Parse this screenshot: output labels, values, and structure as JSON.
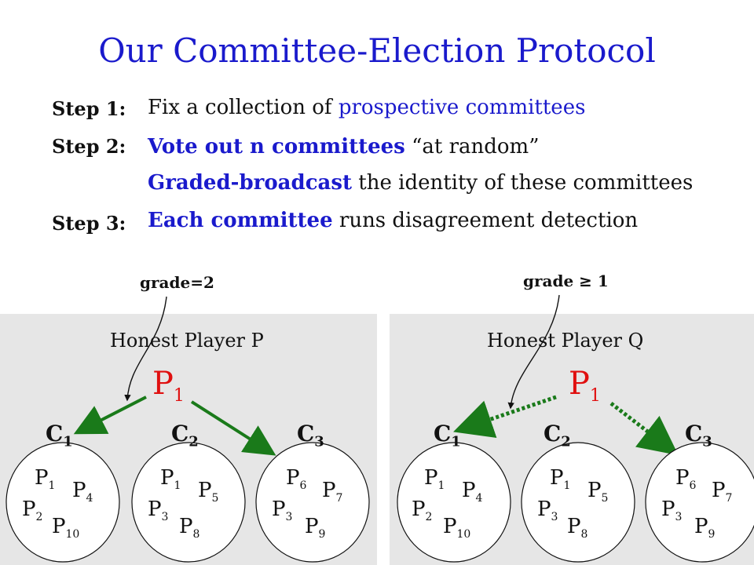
{
  "title": "Our Committee-Election Protocol",
  "steps": {
    "s1": {
      "label": "Step 1:",
      "text_a": "Fix a collection of ",
      "text_b": "prospective committees"
    },
    "s2": {
      "label": "Step 2:",
      "line1_bold": "Vote out n committees",
      "line1_rest": " “at random”",
      "line2_bold": "Graded-broadcast",
      "line2_rest": " the identity of these committees"
    },
    "s3": {
      "label": "Step 3:",
      "bold": "Each committee",
      "rest": " runs disagreement detection"
    }
  },
  "left": {
    "grade": "grade=2",
    "player": "Honest Player P",
    "center": {
      "base": "P",
      "sub": "1"
    },
    "committees": [
      {
        "label": "C",
        "sub": "1",
        "members": [
          {
            "b": "P",
            "s": "1"
          },
          {
            "b": "P",
            "s": "4"
          },
          {
            "b": "P",
            "s": "2"
          },
          {
            "b": "P",
            "s": "10"
          }
        ]
      },
      {
        "label": "C",
        "sub": "2",
        "members": [
          {
            "b": "P",
            "s": "1"
          },
          {
            "b": "P",
            "s": "5"
          },
          {
            "b": "P",
            "s": "3"
          },
          {
            "b": "P",
            "s": "8"
          }
        ]
      },
      {
        "label": "C",
        "sub": "3",
        "members": [
          {
            "b": "P",
            "s": "6"
          },
          {
            "b": "P",
            "s": "7"
          },
          {
            "b": "P",
            "s": "3"
          },
          {
            "b": "P",
            "s": "9"
          }
        ]
      }
    ]
  },
  "right": {
    "grade": "grade ≥ 1",
    "player": "Honest Player Q",
    "center": {
      "base": "P",
      "sub": "1"
    },
    "committees": [
      {
        "label": "C",
        "sub": "1",
        "members": [
          {
            "b": "P",
            "s": "1"
          },
          {
            "b": "P",
            "s": "4"
          },
          {
            "b": "P",
            "s": "2"
          },
          {
            "b": "P",
            "s": "10"
          }
        ]
      },
      {
        "label": "C",
        "sub": "2",
        "members": [
          {
            "b": "P",
            "s": "1"
          },
          {
            "b": "P",
            "s": "5"
          },
          {
            "b": "P",
            "s": "3"
          },
          {
            "b": "P",
            "s": "8"
          }
        ]
      },
      {
        "label": "C",
        "sub": "3",
        "members": [
          {
            "b": "P",
            "s": "6"
          },
          {
            "b": "P",
            "s": "7"
          },
          {
            "b": "P",
            "s": "3"
          },
          {
            "b": "P",
            "s": "9"
          }
        ]
      }
    ]
  },
  "colors": {
    "title": "#1a1acc",
    "accent_red": "#e01010",
    "arrow_green": "#1a7a1a",
    "panel": "#e6e6e6"
  }
}
